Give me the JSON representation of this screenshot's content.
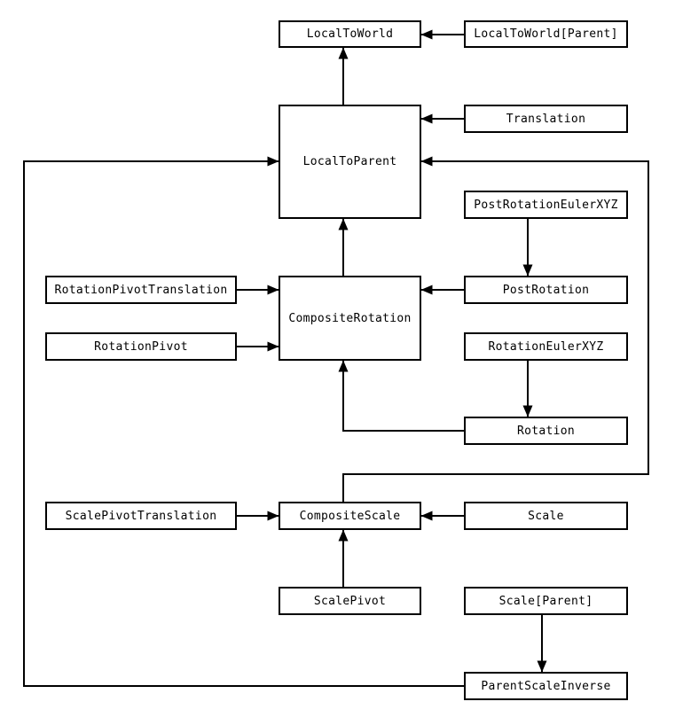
{
  "diagram": {
    "title": "Transformation matrix composition diagram",
    "colors": {
      "background": "#ffffff",
      "box_border": "#000000",
      "box_fill": "#ffffff",
      "text": "#000000",
      "line": "#000000"
    },
    "nodes": {
      "local_to_world": {
        "label": "LocalToWorld"
      },
      "local_to_world_parent": {
        "label": "LocalToWorld[Parent]"
      },
      "translation": {
        "label": "Translation"
      },
      "local_to_parent": {
        "label": "LocalToParent"
      },
      "post_rotation_euler_xyz": {
        "label": "PostRotationEulerXYZ"
      },
      "rotation_pivot_translation": {
        "label": "RotationPivotTranslation"
      },
      "composite_rotation": {
        "label": "CompositeRotation"
      },
      "post_rotation": {
        "label": "PostRotation"
      },
      "rotation_pivot": {
        "label": "RotationPivot"
      },
      "rotation_euler_xyz": {
        "label": "RotationEulerXYZ"
      },
      "rotation": {
        "label": "Rotation"
      },
      "scale_pivot_translation": {
        "label": "ScalePivotTranslation"
      },
      "composite_scale": {
        "label": "CompositeScale"
      },
      "scale": {
        "label": "Scale"
      },
      "scale_pivot": {
        "label": "ScalePivot"
      },
      "scale_parent": {
        "label": "Scale[Parent]"
      },
      "parent_scale_inverse": {
        "label": "ParentScaleInverse"
      }
    },
    "edges": [
      {
        "from": "LocalToWorld[Parent]",
        "to": "LocalToWorld"
      },
      {
        "from": "LocalToParent",
        "to": "LocalToWorld"
      },
      {
        "from": "Translation",
        "to": "LocalToParent"
      },
      {
        "from": "PostRotationEulerXYZ",
        "to": "PostRotation"
      },
      {
        "from": "PostRotation",
        "to": "CompositeRotation"
      },
      {
        "from": "RotationPivotTranslation",
        "to": "CompositeRotation"
      },
      {
        "from": "RotationPivot",
        "to": "CompositeRotation"
      },
      {
        "from": "RotationEulerXYZ",
        "to": "Rotation"
      },
      {
        "from": "Rotation",
        "to": "CompositeRotation"
      },
      {
        "from": "CompositeRotation",
        "to": "LocalToParent"
      },
      {
        "from": "ScalePivotTranslation",
        "to": "CompositeScale"
      },
      {
        "from": "Scale",
        "to": "CompositeScale"
      },
      {
        "from": "ScalePivot",
        "to": "CompositeScale"
      },
      {
        "from": "CompositeScale",
        "to": "LocalToParent"
      },
      {
        "from": "Scale[Parent]",
        "to": "ParentScaleInverse"
      },
      {
        "from": "ParentScaleInverse",
        "to": "LocalToParent"
      }
    ]
  }
}
